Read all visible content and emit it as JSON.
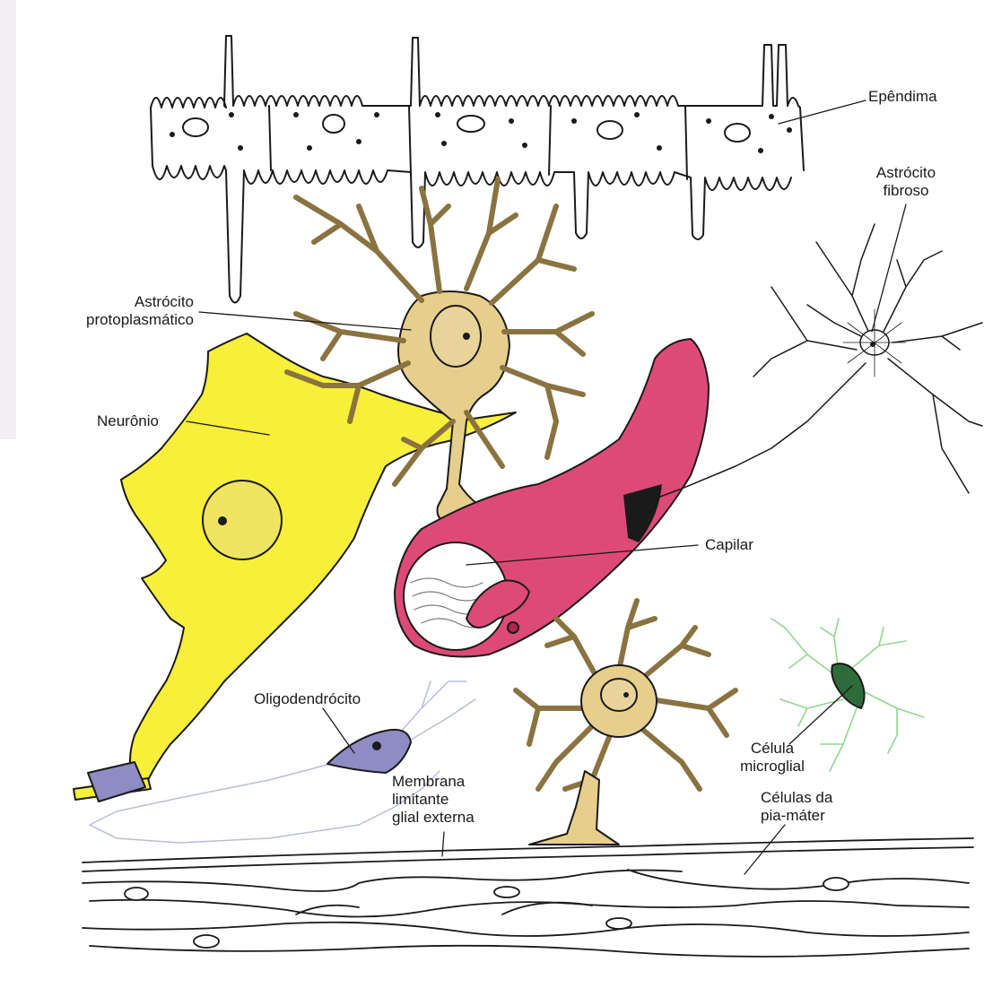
{
  "labels": {
    "ependima": "Epêndima",
    "astrocito_fibroso": "Astrócito\nfibroso",
    "astrocito_protoplasmatico": "Astrócito\nprotoplasmático",
    "neuronio": "Neurônio",
    "capilar": "Capilar",
    "oligodendrocito": "Oligodendrócito",
    "membrana": "Membrana\nlimitante\nglial externa",
    "celula_microglial": "Célula\nmicroglial",
    "celulas_pia_mater": "Células da\npia-máter"
  },
  "colors": {
    "neuron": "#f7ef3a",
    "astrocyte": "#e6cf8c",
    "capillary": "#de4a78",
    "capillary_dark": "#b02850",
    "oligodendrocyte": "#8e8cc4",
    "oligo_process": "#b9bde0",
    "microglia": "#2e6b3a",
    "microglia_process": "#8ed88e",
    "ink": "#1a1a1a"
  }
}
